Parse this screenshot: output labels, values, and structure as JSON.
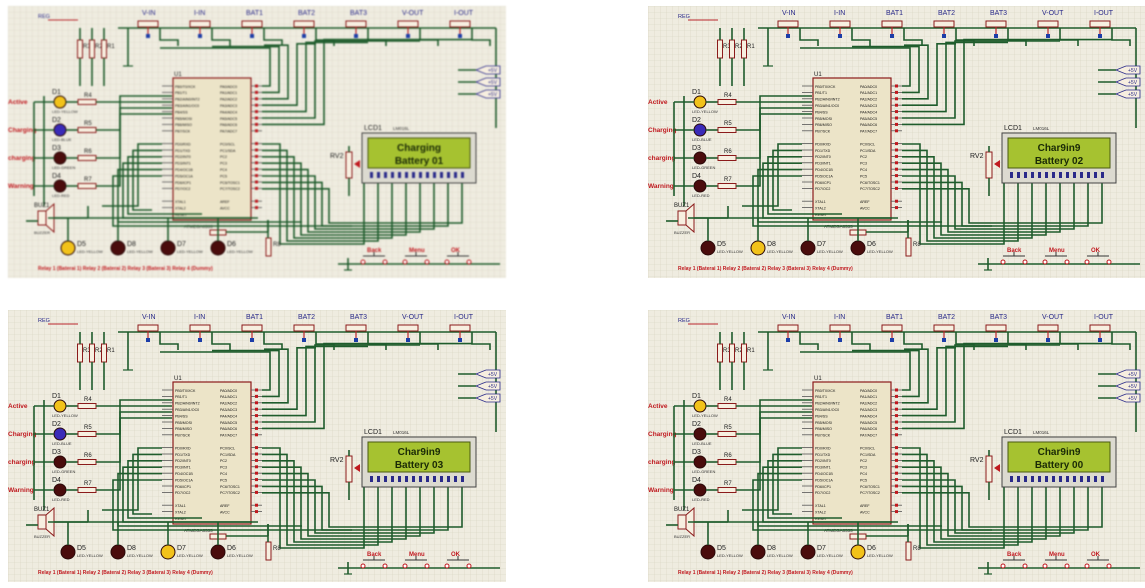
{
  "panels": [
    {
      "lcd": [
        "Charging",
        "Battery 01"
      ],
      "active_led": "D5",
      "indicators": {
        "Active": "yellow",
        "Charging": "blue"
      },
      "blurred": true
    },
    {
      "lcd": [
        "Char9in9",
        "Battery 02"
      ],
      "active_led": "D8",
      "indicators": {
        "Active": "yellow",
        "Charging": "blue"
      },
      "blurred": false
    },
    {
      "lcd": [
        "Char9in9",
        "Battery 03"
      ],
      "active_led": "D7",
      "indicators": {
        "Active": "yellow",
        "Charging": "blue"
      },
      "blurred": false
    },
    {
      "lcd": [
        "Char9in9",
        "Battery 00"
      ],
      "active_led": "D6",
      "indicators": {
        "Active": "yellow",
        "Charging": "off"
      },
      "blurred": false
    }
  ],
  "top_labels": [
    "V-IN",
    "I-IN",
    "BAT1",
    "BAT2",
    "BAT3",
    "V-OUT",
    "I-OUT"
  ],
  "side_labels": [
    "Active",
    "Charging",
    "charging",
    "Warning"
  ],
  "leds_left": [
    {
      "ref": "D1",
      "part": "LED-YELLOW"
    },
    {
      "ref": "D2",
      "part": "LED-BLUE"
    },
    {
      "ref": "D3",
      "part": "LED-GREEN"
    },
    {
      "ref": "D4",
      "part": "LED-RED"
    }
  ],
  "resistors_left": [
    "R4",
    "R5",
    "R6",
    "R7"
  ],
  "resistors_top": [
    "R3",
    "R2",
    "R1"
  ],
  "leds_bottom": [
    {
      "ref": "D5",
      "part": "LED-YELLOW"
    },
    {
      "ref": "D8",
      "part": "LED-YELLOW"
    },
    {
      "ref": "D7",
      "part": "LED-YELLOW"
    },
    {
      "ref": "D6",
      "part": "LED-YELLOW"
    }
  ],
  "mcu": {
    "ref": "U1",
    "part": "ATMEGA8535",
    "left_pins": [
      "PB0/T0/XCK",
      "PB1/T1",
      "PB2/AIN0/INT2",
      "PB3/AIN1/OC0",
      "PB4/SS",
      "PB5/MOSI",
      "PB6/MISO",
      "PB7/SCK",
      "",
      "PD0/RXD",
      "PD1/TXD",
      "PD2/INT0",
      "PD3/INT1",
      "PD4/OC1B",
      "PD5/OC1A",
      "PD6/ICP1",
      "PD7/OC2",
      "",
      "XTAL1",
      "XTAL2",
      "RESET"
    ],
    "right_pins": [
      "PA0/ADC0",
      "PA1/ADC1",
      "PA2/ADC2",
      "PA3/ADC3",
      "PA4/ADC4",
      "PA5/ADC5",
      "PA6/ADC6",
      "PA7/ADC7",
      "",
      "PC0/SCL",
      "PC1/SDA",
      "PC2",
      "PC3",
      "PC4",
      "PC5",
      "PC6/TOSC1",
      "PC7/TOSC2",
      "",
      "AREF",
      "AVCC",
      ""
    ]
  },
  "lcd_ref": "LCD1",
  "lcd_part": "LM016L",
  "rv_ref": "RV2",
  "buzzer": {
    "ref": "BUZ1",
    "part": "BUZZER"
  },
  "r8": "R8",
  "supply_tags": [
    "+5V",
    "+5V",
    "+5V"
  ],
  "relay_caption": "Relay 1 (Baterai 1)   Relay 2 (Baterai 2)   Relay 3 (Baterai 3)   Relay 4 (Dummy)",
  "buttons": [
    "Back",
    "Menu",
    "OK"
  ],
  "reg_label": "REG"
}
